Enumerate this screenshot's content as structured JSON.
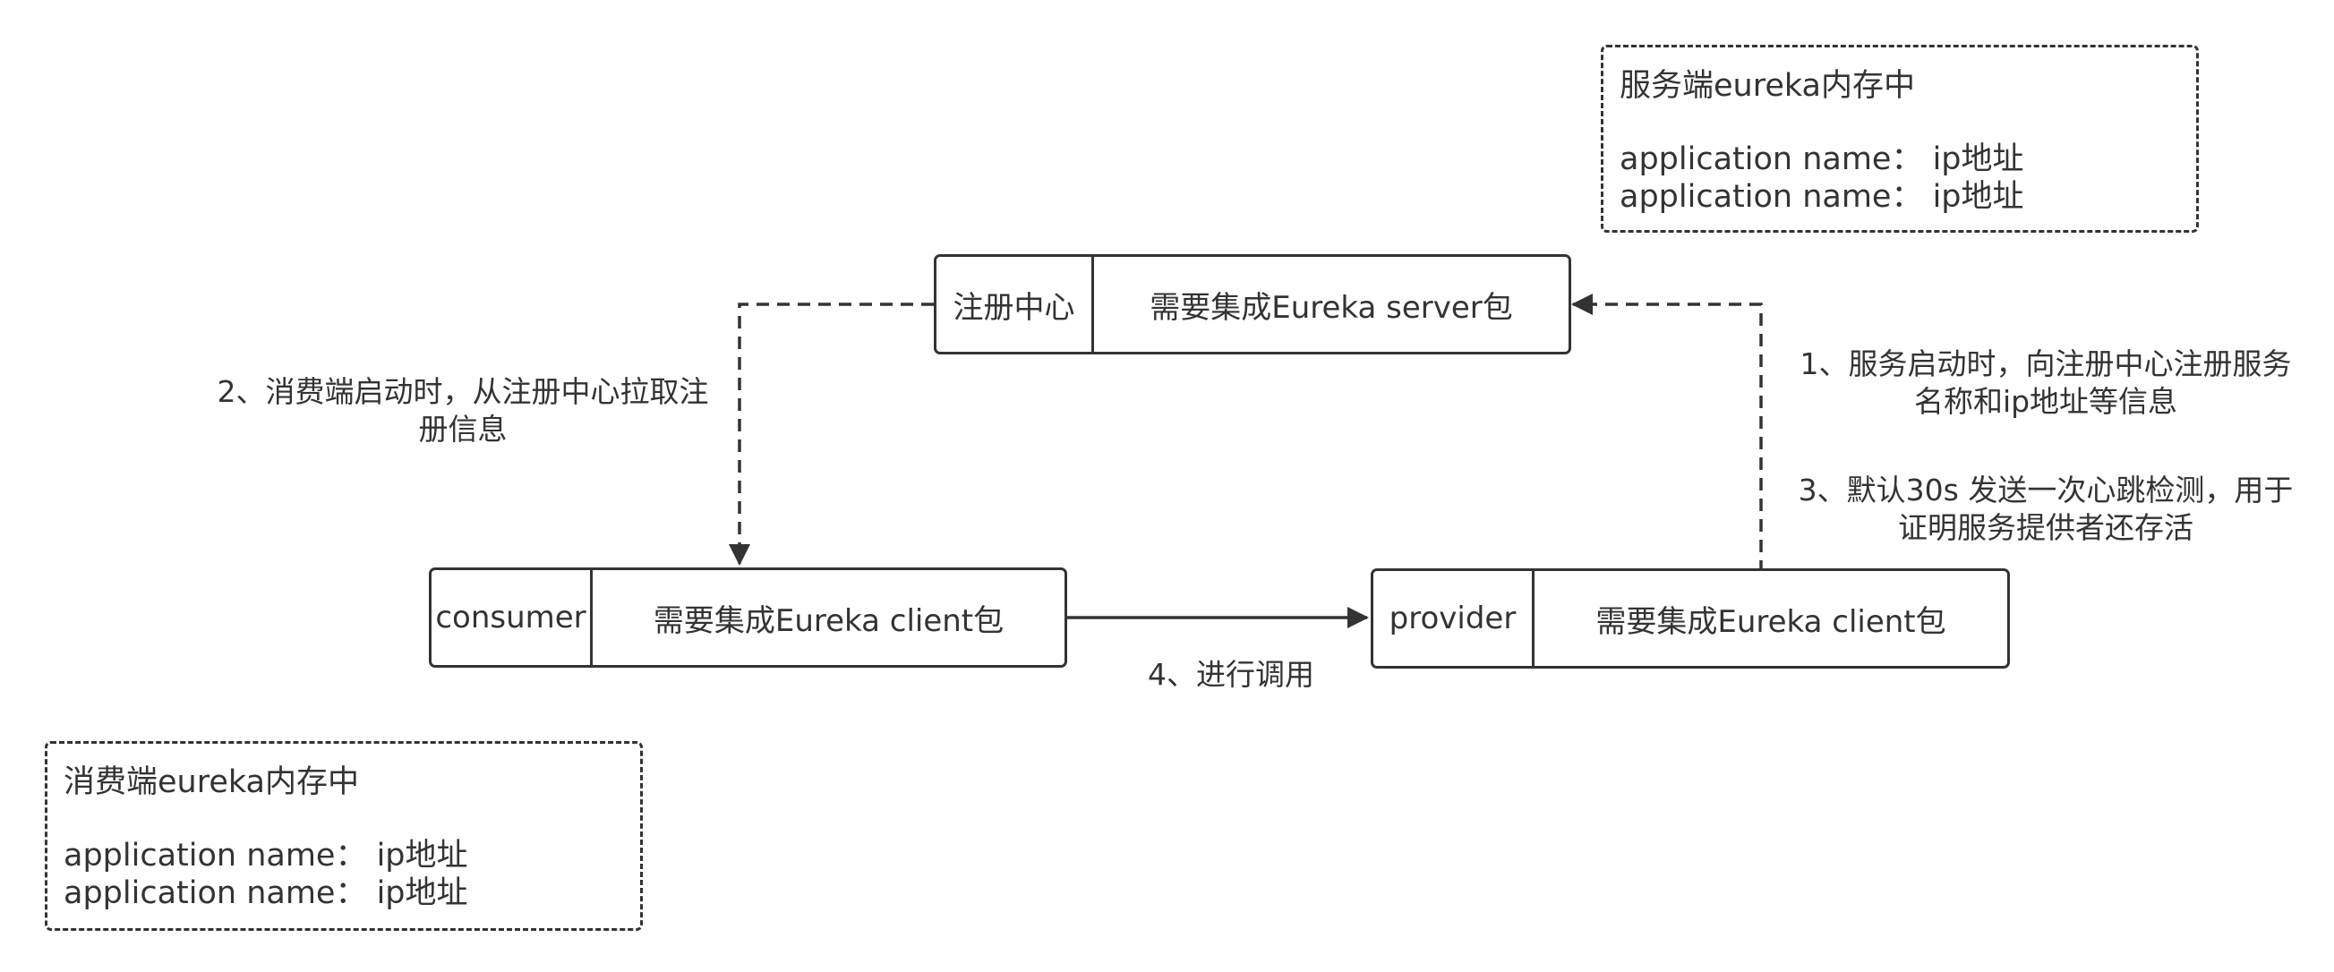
{
  "registry": {
    "tag": "注册中心",
    "desc": "需要集成Eureka server包"
  },
  "consumer": {
    "tag": "consumer",
    "desc": "需要集成Eureka client包"
  },
  "provider": {
    "tag": "provider",
    "desc": "需要集成Eureka client包"
  },
  "server_memory": {
    "title": "服务端eureka内存中",
    "lines": [
      "application name： ip地址",
      "application name： ip地址"
    ]
  },
  "consumer_memory": {
    "title": "消费端eureka内存中",
    "lines": [
      "application name： ip地址",
      "application name： ip地址"
    ]
  },
  "labels": {
    "step1_l1": "1、服务启动时，向注册中心注册服务",
    "step1_l2": "名称和ip地址等信息",
    "step2_l1": "2、消费端启动时，从注册中心拉取注",
    "step2_l2": "册信息",
    "step3_l1": "3、默认30s 发送一次心跳检测，用于",
    "step3_l2": "证明服务提供者还存活",
    "step4": "4、进行调用"
  },
  "colors": {
    "stroke": "#333333",
    "background": "#ffffff"
  }
}
